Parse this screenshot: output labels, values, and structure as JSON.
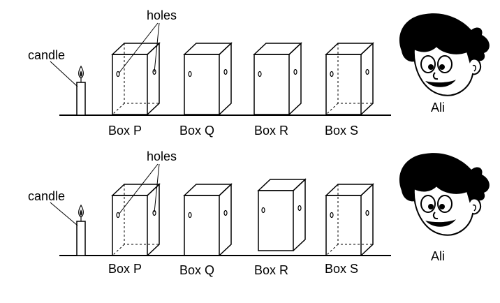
{
  "panels": [
    {
      "id": "top",
      "candle_label": "candle",
      "holes_label": "holes",
      "boxes": [
        {
          "label": "Box P"
        },
        {
          "label": "Box Q"
        },
        {
          "label": "Box R"
        },
        {
          "label": "Box S"
        }
      ],
      "person_label": "Ali"
    },
    {
      "id": "bottom",
      "candle_label": "candle",
      "holes_label": "holes",
      "boxes": [
        {
          "label": "Box P"
        },
        {
          "label": "Box Q"
        },
        {
          "label": "Box R"
        },
        {
          "label": "Box S"
        }
      ],
      "person_label": "Ali"
    }
  ],
  "colors": {
    "line": "#000000",
    "background": "#ffffff",
    "flame": "#000000"
  }
}
